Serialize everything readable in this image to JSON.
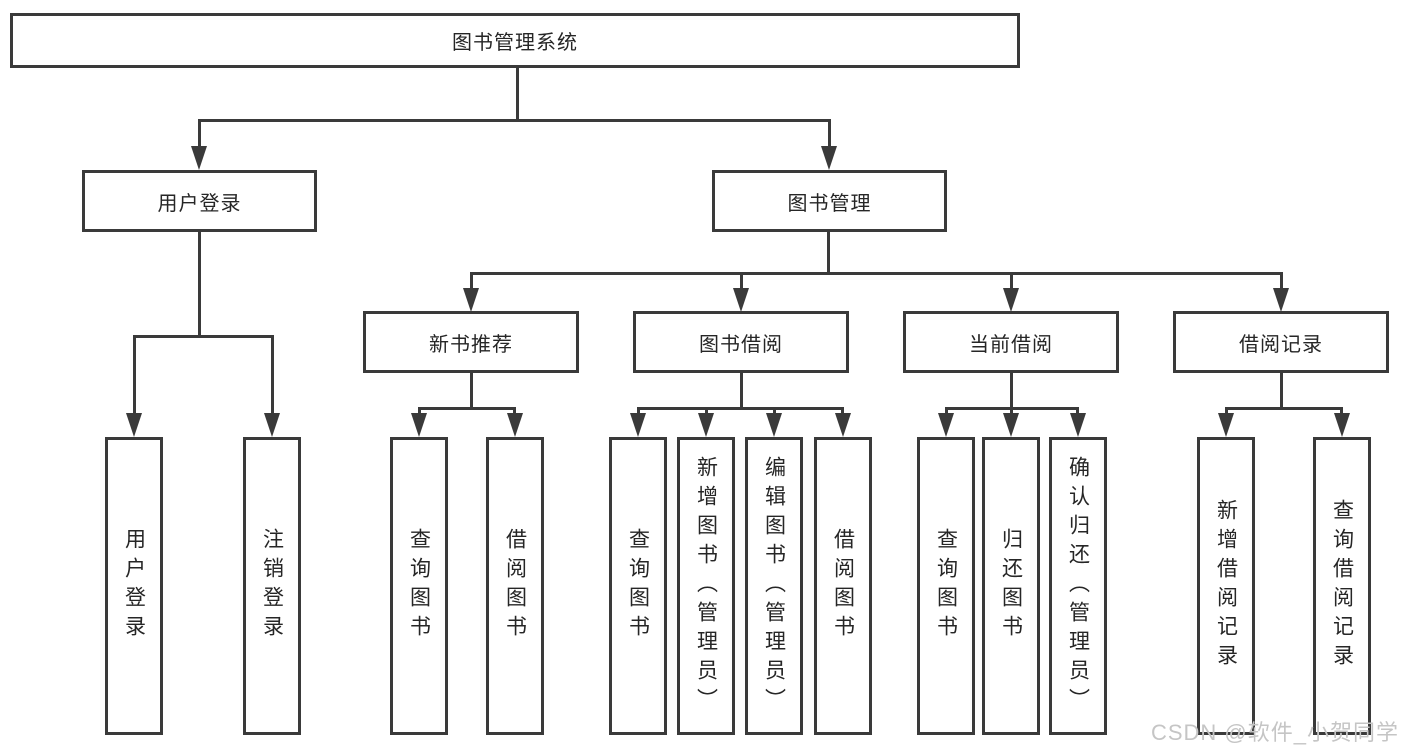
{
  "diagram": {
    "title": "图书管理系统",
    "level2": {
      "user_login": "用户登录",
      "book_management": "图书管理"
    },
    "level3": {
      "new_book_recommend": "新书推荐",
      "book_borrow": "图书借阅",
      "current_borrow": "当前借阅",
      "borrow_records": "借阅记录"
    },
    "leaves": {
      "user_login": "用户登录",
      "logout": "注销登录",
      "rec_query_book": "查询图书",
      "rec_borrow_book": "借阅图书",
      "bb_query_book": "查询图书",
      "bb_add_book": "新增图书（管理员）",
      "bb_edit_book": "编辑图书（管理员）",
      "bb_borrow_book": "借阅图书",
      "cb_query_book": "查询图书",
      "cb_return_book": "归还图书",
      "cb_confirm_return": "确认归还（管理员）",
      "br_add_record": "新增借阅记录",
      "br_query_record": "查询借阅记录"
    },
    "watermark": "CSDN @软件_小贺同学",
    "colors": {
      "line": "#3a3a3a",
      "text": "#262626",
      "watermark": "#c5c5c5",
      "background": "#ffffff"
    }
  }
}
